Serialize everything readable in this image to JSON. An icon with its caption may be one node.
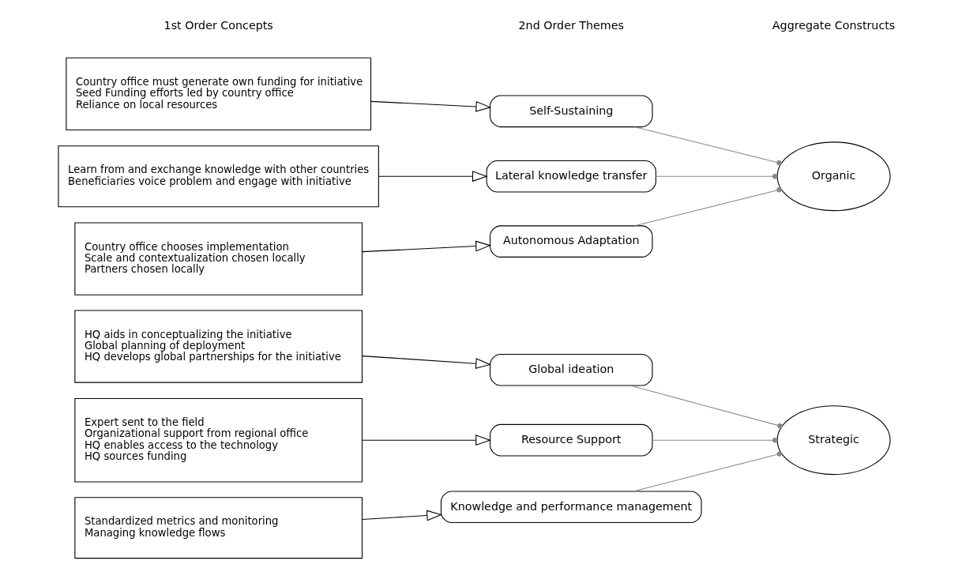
{
  "diagram": {
    "nodes": [
      {
        "text": [
          "Country office must generate own funding for initiative",
          "Seed Funding efforts led by country office",
          "Reliance on local resources"
        ]
      },
      {
        "text": [
          "Self-Sustaining"
        ]
      },
      {
        "text": [
          "Learn from and exchange knowledge with other countries",
          "Beneficiaries voice problem and engage with initiative"
        ]
      },
      {
        "text": [
          "Lateral knowledge transfer"
        ]
      },
      {
        "text": [
          "Country office chooses implementation",
          "Scale and contextualization chosen locally",
          "Partners chosen locally"
        ]
      },
      {
        "text": [
          "Autonomous Adaptation"
        ]
      },
      {
        "text": [
          "Organic"
        ]
      },
      {
        "text": [
          "HQ aids in conceptualizing the initiative",
          "Global planning of deployment",
          "HQ develops global partnerships for the initiative"
        ]
      },
      {
        "text": [
          "Global ideation"
        ]
      },
      {
        "text": [
          "Expert sent to the field",
          "Organizational support from regional office",
          "HQ enables access to the technology",
          "HQ sources funding"
        ]
      },
      {
        "text": [
          "Resource Support"
        ]
      },
      {
        "text": [
          "Standardized metrics and monitoring",
          "Managing knowledge flows"
        ]
      },
      {
        "text": [
          "Knowledge and performance management"
        ]
      },
      {
        "text": [
          "Strategic"
        ]
      }
    ],
    "edges": [
      {
        "from": 0,
        "to": 1,
        "arrow": "to"
      },
      {
        "from": 2,
        "to": 3,
        "arrow": "to"
      },
      {
        "from": 4,
        "to": 5,
        "arrow": "to"
      },
      {
        "from": 1,
        "to": 6,
        "arrow": "other",
        "color": "#888888"
      },
      {
        "from": 3,
        "to": 6,
        "arrow": "other",
        "color": "#888888"
      },
      {
        "from": 5,
        "to": 6,
        "arrow": "other",
        "color": "#888888"
      },
      {
        "from": 7,
        "to": 8,
        "arrow": "to"
      },
      {
        "from": 9,
        "to": 10,
        "arrow": "to"
      },
      {
        "from": 11,
        "to": 12,
        "arrow": "to"
      },
      {
        "from": 8,
        "to": 13,
        "arrow": "other",
        "color": "#888888"
      },
      {
        "from": 10,
        "to": 13,
        "arrow": "other",
        "color": "#888888"
      },
      {
        "from": 12,
        "to": 13,
        "arrow": "other",
        "color": "#888888"
      }
    ],
    "labels": [
      "1st Order Concepts",
      "2nd Order Themes",
      "Aggregate Constructs"
    ]
  }
}
